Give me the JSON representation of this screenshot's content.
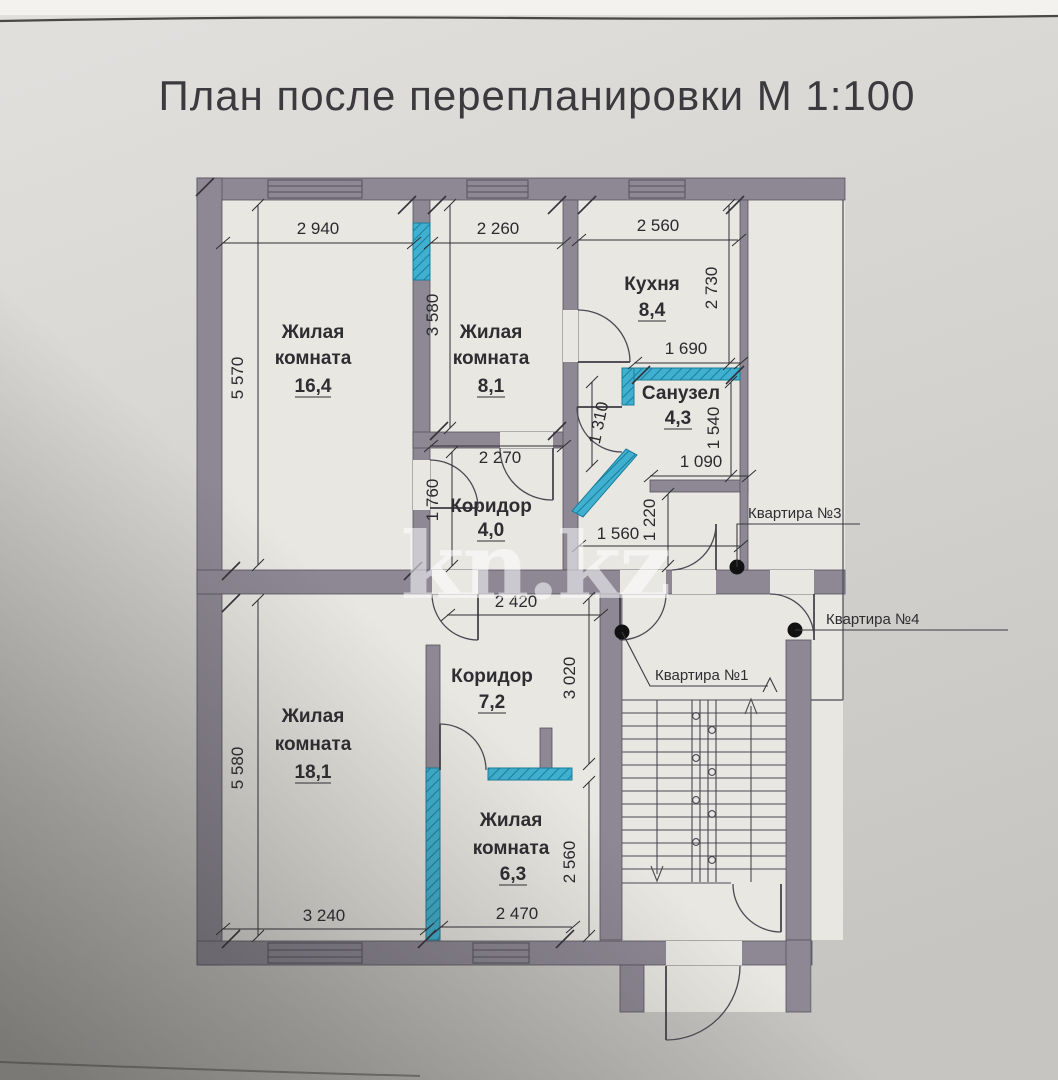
{
  "title": "План после перепланировки М 1:100",
  "watermark": "kn.kz",
  "rooms": [
    {
      "lines": [
        "Жилая",
        "комната"
      ],
      "area": "16,4"
    },
    {
      "lines": [
        "Жилая",
        "комната"
      ],
      "area": "8,1"
    },
    {
      "lines": [
        "Кухня"
      ],
      "area": "8,4"
    },
    {
      "lines": [
        "Санузел"
      ],
      "area": "4,3"
    },
    {
      "lines": [
        "Коридор"
      ],
      "area": "4,0"
    },
    {
      "lines": [
        "Жилая",
        "комната"
      ],
      "area": "18,1"
    },
    {
      "lines": [
        "Коридор"
      ],
      "area": "7,2"
    },
    {
      "lines": [
        "Жилая",
        "комната"
      ],
      "area": "6,3"
    }
  ],
  "apartments": [
    {
      "label": "Квартира №3"
    },
    {
      "label": "Квартира №4"
    },
    {
      "label": "Квартира №1"
    }
  ],
  "dimensions": {
    "top_room_16": "2 940",
    "top_room_81": "2 260",
    "top_kitchen": "2 560",
    "left_room_16": "5 570",
    "room_81_height": "3 580",
    "kitchen_height": "2 730",
    "bath_top": "1 690",
    "bath_right": "1 540",
    "bath_left": "1 310",
    "bath_bottom": "1 090",
    "hall_height": "1 220",
    "hall_width": "1 560",
    "corridor4_height": "1 760",
    "corridor4_width": "2 270",
    "corridor7_width": "2 420",
    "corridor7_height": "3 020",
    "room_63_height": "2 560",
    "left_room_18": "5 580",
    "bottom_room_18": "3 240",
    "bottom_room_63": "2 470"
  },
  "colors": {
    "wall_gray": "#8d8894",
    "new_wall_cyan": "#3fb0cf",
    "paper": "#d6d4d0"
  }
}
